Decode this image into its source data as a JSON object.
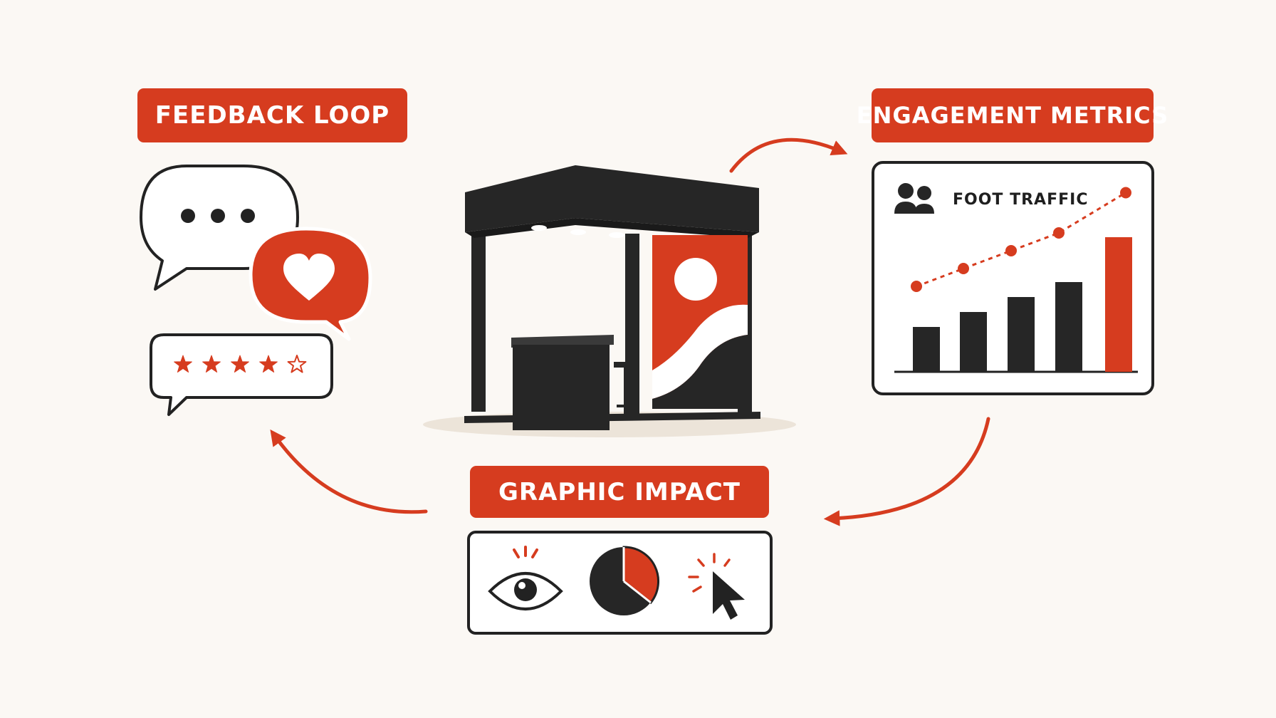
{
  "labels": {
    "feedback": "FEEDBACK LOOP",
    "engagement": "ENGAGEMENT METRICS",
    "graphic": "GRAPHIC IMPACT"
  },
  "engagement_panel": {
    "caption": "FOOT TRAFFIC",
    "icon": "people-icon"
  },
  "feedback_icons": [
    "speech-bubble-ellipsis-icon",
    "speech-bubble-heart-icon",
    "speech-bubble-rating-icon"
  ],
  "rating": {
    "stars": 4,
    "out_of": 5
  },
  "graphic_icons": [
    "eye-icon",
    "pie-chart-icon",
    "cursor-click-icon"
  ],
  "colors": {
    "accent": "#d63c1f",
    "dark": "#262626",
    "background": "#fbf8f4"
  },
  "chart_data": {
    "type": "bar",
    "title": "",
    "categories": [
      "",
      "",
      "",
      "",
      ""
    ],
    "series": [
      {
        "values": [
          3,
          4,
          5,
          6,
          9
        ]
      },
      {
        "values": [
          4,
          5,
          6,
          7,
          9.5
        ]
      }
    ],
    "last_bar_highlighted": true,
    "grid": false,
    "legend": "none"
  }
}
